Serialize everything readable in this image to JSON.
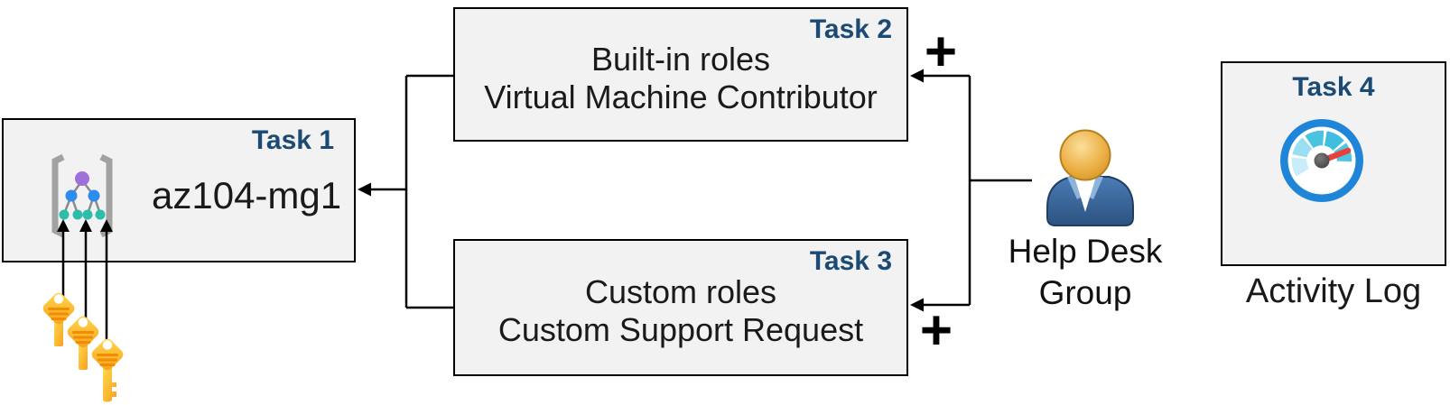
{
  "tasks": {
    "t1": {
      "label": "Task 1",
      "name": "az104-mg1"
    },
    "t2": {
      "label": "Task 2",
      "line1": "Built-in roles",
      "line2": "Virtual Machine Contributor"
    },
    "t3": {
      "label": "Task 3",
      "line1": "Custom roles",
      "line2": "Custom Support Request"
    },
    "t4": {
      "label": "Task 4",
      "caption": "Activity Log"
    }
  },
  "person": {
    "line1": "Help Desk",
    "line2": "Group"
  },
  "symbols": {
    "plus": "+"
  },
  "icons": {
    "task1": "management-group-icon",
    "task4": "gauge-icon",
    "person": "user-icon",
    "keys": "key-icon"
  },
  "colors": {
    "task_label": "#1b4a74",
    "box_fill": "#f2f2f2",
    "box_border": "#000000",
    "connector": "#000000",
    "key_gold_light": "#FFD94E",
    "key_gold_dark": "#F8A01D",
    "key_stripe": "#F28C00",
    "mg_purple": "#9F6FDC",
    "mg_blue": "#2D8CEC",
    "mg_teal": "#2CBDAB",
    "mg_bracket": "#A2A2A2",
    "person_body": "#3E6EA8",
    "person_head": "#EDB24A",
    "gauge_ring": "#1F85D8",
    "gauge_needle": "#E8413C"
  }
}
